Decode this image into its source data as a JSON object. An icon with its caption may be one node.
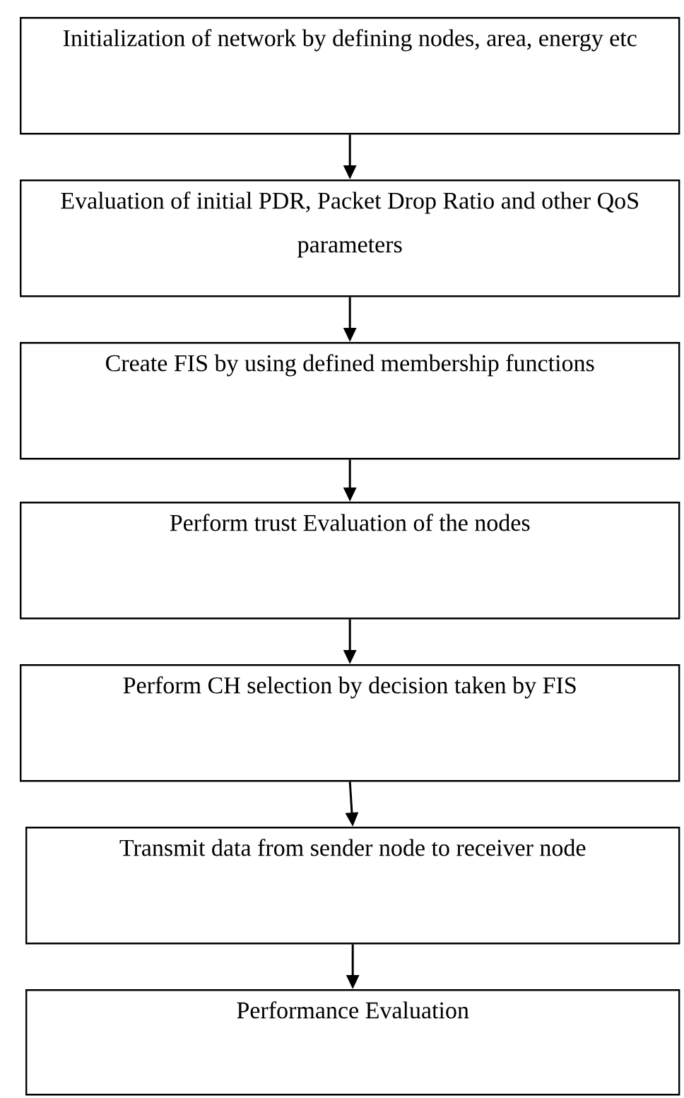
{
  "diagram": {
    "nodes": [
      {
        "text": [
          "Initialization of network by defining nodes, area, energy etc"
        ]
      },
      {
        "text": [
          "Evaluation of initial PDR, Packet Drop Ratio and other QoS parameters"
        ]
      },
      {
        "text": [
          "Create FIS by using defined membership functions"
        ]
      },
      {
        "text": [
          "Perform trust Evaluation of the nodes"
        ]
      },
      {
        "text": [
          "Perform CH selection by decision taken by FIS"
        ]
      },
      {
        "text": [
          "Transmit data from sender node to receiver node"
        ]
      },
      {
        "text": [
          "Performance Evaluation"
        ]
      }
    ],
    "edges": [
      {
        "from": 0,
        "to": 1,
        "arrow": "to"
      },
      {
        "from": 1,
        "to": 2,
        "arrow": "to"
      },
      {
        "from": 2,
        "to": 3,
        "arrow": "to"
      },
      {
        "from": 3,
        "to": 4,
        "arrow": "to"
      },
      {
        "from": 4,
        "to": 5,
        "arrow": "to"
      },
      {
        "from": 5,
        "to": 6,
        "arrow": "to"
      }
    ]
  }
}
